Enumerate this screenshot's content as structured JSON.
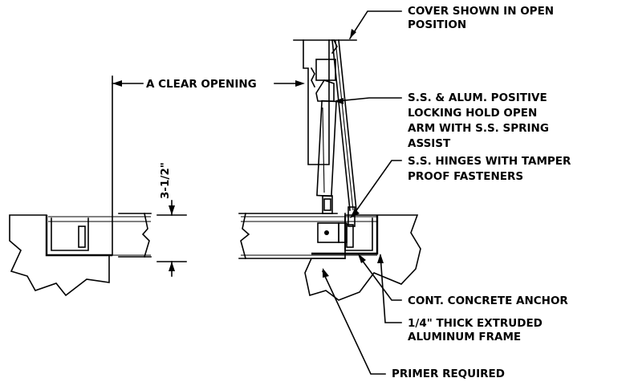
{
  "callouts": {
    "cover_open_line1": "COVER SHOWN IN OPEN",
    "cover_open_line2": "POSITION",
    "clear_opening": "A CLEAR OPENING",
    "arm_line1": "S.S. & ALUM. POSITIVE",
    "arm_line2": "LOCKING HOLD OPEN",
    "arm_line3": "ARM WITH S.S. SPRING",
    "arm_line4": "ASSIST",
    "hinges_line1": "S.S. HINGES WITH TAMPER",
    "hinges_line2": "PROOF FASTENERS",
    "dimension": "3-1/2\"",
    "anchor": "CONT. CONCRETE  ANCHOR",
    "frame_line1": "1/4\" THICK EXTRUDED",
    "frame_line2": "ALUMINUM FRAME",
    "primer": "PRIMER REQUIRED"
  }
}
